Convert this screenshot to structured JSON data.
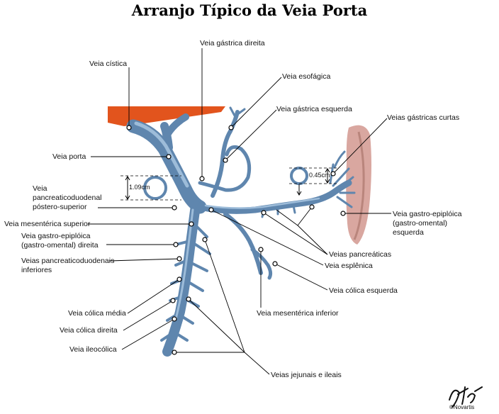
{
  "title": "Arranjo Típico da Veia Porta",
  "labels": {
    "veia_cistica": "Veia cística",
    "veia_gastrica_direita": "Veia gástrica direita",
    "veia_esofagica": "Veia esofágica",
    "veia_gastrica_esquerda": "Veia gástrica esquerda",
    "veias_gastricas_curtas": "Veias gástricas curtas",
    "veia_porta": "Veia porta",
    "veia_pancreaticoduodenal_ps_1": "Veia",
    "veia_pancreaticoduodenal_ps_2": "pancreaticoduodenal",
    "veia_pancreaticoduodenal_ps_3": "póstero-superior",
    "veia_mesenterica_superior": "Veia mesentérica superior",
    "veia_gastro_epiploica_direita_1": "Veia gastro-epiplóica",
    "veia_gastro_epiploica_direita_2": "(gastro-omental) direita",
    "veias_pancreaticoduodenais_inf_1": "Veias pancreaticoduodenais",
    "veias_pancreaticoduodenais_inf_2": "inferiores",
    "veia_colica_media": "Veia cólica média",
    "veia_colica_direita": "Veia cólica direita",
    "veia_ileocolica": "Veia ileocólica",
    "veias_jejunais_ileais": "Veias jejunais e ileais",
    "veia_mesenterica_inferior": "Veia mesentérica inferior",
    "veia_colica_esquerda": "Veia cólica esquerda",
    "veia_esplenica": "Veia esplênica",
    "veias_pancreaticas": "Veias pancreáticas",
    "veia_gastro_epiploica_esquerda_1": "Veia gastro-epiplóica",
    "veia_gastro_epiploica_esquerda_2": "(gastro-omental)",
    "veia_gastro_epiploica_esquerda_3": "esquerda"
  },
  "measurements": {
    "portal_diameter": "1.09cm",
    "splenic_diameter": "0.45cm"
  },
  "credit": "©Novartis",
  "colors": {
    "vein": "#5f86ae",
    "vein_light": "#9dbcd9",
    "vein_dark": "#34597f",
    "liver": "#e2541d",
    "spleen": "#d9a7a0",
    "spleen_dark": "#b9857c",
    "leader": "#000000"
  }
}
